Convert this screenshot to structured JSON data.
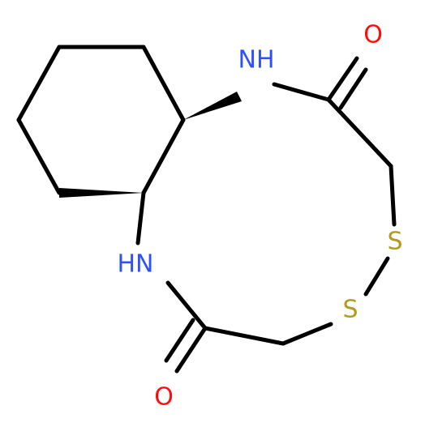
{
  "molecule": {
    "atoms": {
      "nh_top": "NH",
      "nh_bottom": "HN",
      "o_top": "O",
      "o_bottom": "O",
      "s_right": "S",
      "s_left": "S"
    },
    "colors": {
      "bond": "#000000",
      "nitrogen": "#3050F8",
      "oxygen": "#FF0D0D",
      "sulfur": "#B29A1F"
    }
  }
}
